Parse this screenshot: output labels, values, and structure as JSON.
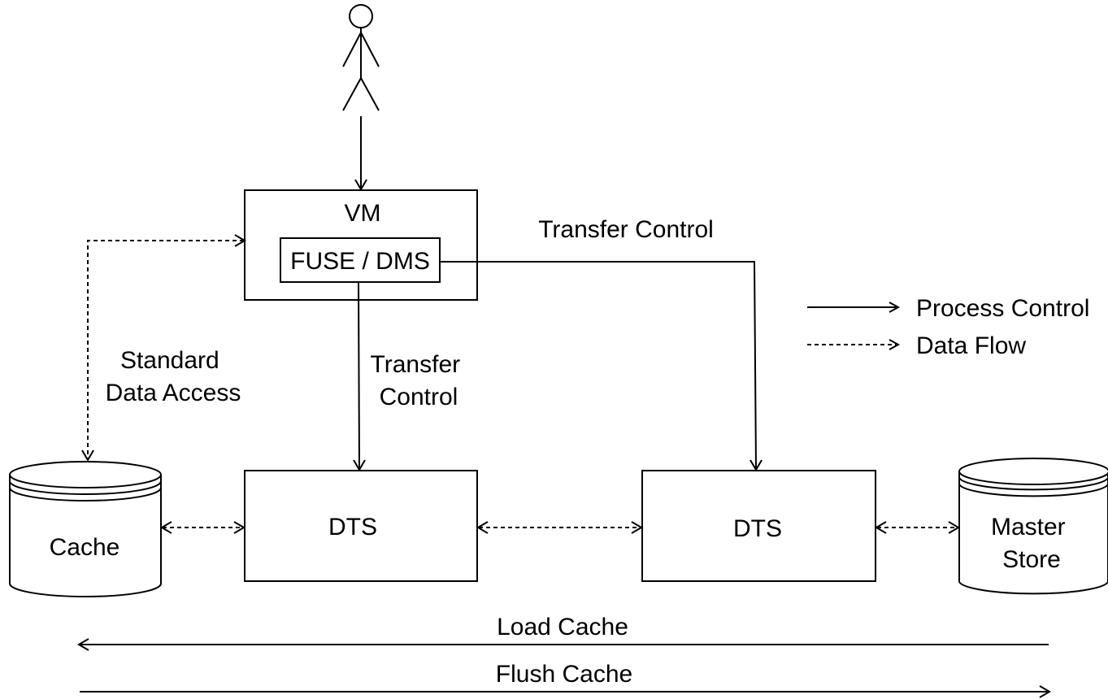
{
  "nodes": {
    "vm": "VM",
    "fuse_dms": "FUSE / DMS",
    "dts_left": "DTS",
    "dts_right": "DTS",
    "cache": "Cache",
    "master_store": [
      "Master",
      "Store"
    ]
  },
  "edge_labels": {
    "transfer_control_top": "Transfer Control",
    "transfer_control_mid": [
      "Transfer",
      "Control"
    ],
    "standard_data_access": [
      "Standard",
      "Data Access"
    ],
    "load_cache": "Load Cache",
    "flush_cache": "Flush Cache"
  },
  "legend": {
    "process_control": "Process Control",
    "data_flow": "Data Flow"
  },
  "icons": {
    "user": "user-actor-icon",
    "cache_db": "database-cylinder-icon",
    "master_db": "database-cylinder-icon"
  }
}
